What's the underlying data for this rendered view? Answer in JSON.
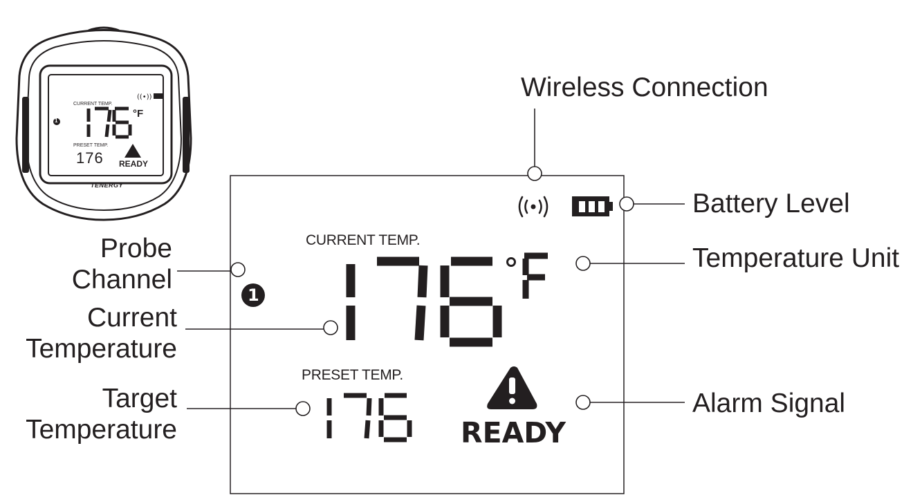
{
  "device": {
    "brand": "TENERGY",
    "mini_current_label": "CURRENT TEMP.",
    "mini_current_value": "176",
    "mini_unit": "°F",
    "mini_preset_label": "PRESET TEMP.",
    "mini_preset_value": "176",
    "mini_status": "READY",
    "mini_channel": "1"
  },
  "display": {
    "current_label": "CURRENT TEMP.",
    "current_value": "176",
    "unit": "°F",
    "preset_label": "PRESET TEMP.",
    "preset_value": "176",
    "status": "READY",
    "channel": "1"
  },
  "callouts": {
    "wireless": "Wireless Connection",
    "battery": "Battery Level",
    "probe_line1": "Probe",
    "probe_line2": "Channel",
    "unit": "Temperature Unit",
    "current_line1": "Current",
    "current_line2": "Temperature",
    "target_line1": "Target",
    "target_line2": "Temperature",
    "alarm": "Alarm Signal"
  },
  "colors": {
    "ink": "#231f20",
    "background": "#ffffff"
  }
}
